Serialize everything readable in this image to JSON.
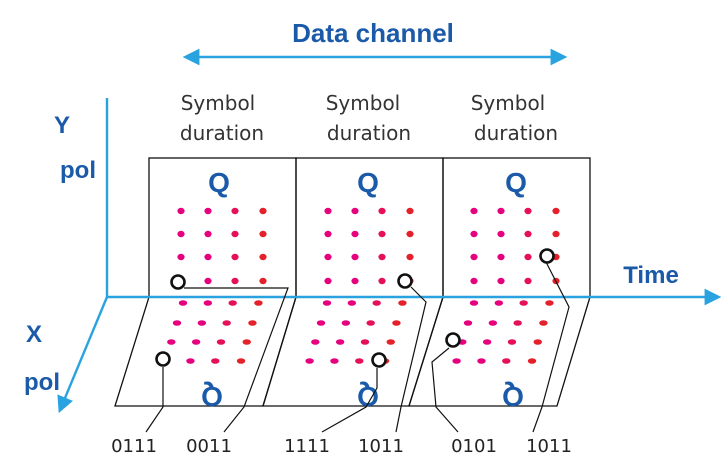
{
  "title": "Data channel",
  "time_label": "Time",
  "y_axis": {
    "line1": "Y",
    "line2": "pol"
  },
  "x_axis": {
    "line1": "X",
    "line2": "pol"
  },
  "symbols": [
    {
      "line1": "Symbol",
      "line2": "duration",
      "q_label": "Q",
      "q_label_x": "Q"
    },
    {
      "line1": "Symbol",
      "line2": "duration",
      "q_label": "Q",
      "q_label_x": "Q"
    },
    {
      "line1": "Symbol",
      "line2": "duration",
      "q_label": "Q",
      "q_label_x": "Q"
    }
  ],
  "bit_labels": [
    "0111",
    "0011",
    "1111",
    "1011",
    "0101",
    "1011"
  ],
  "colors": {
    "accent": "#1a5aa8",
    "axis": "#29a3e0",
    "dot_magenta": "#e6007e",
    "dot_red": "#e4202a"
  }
}
